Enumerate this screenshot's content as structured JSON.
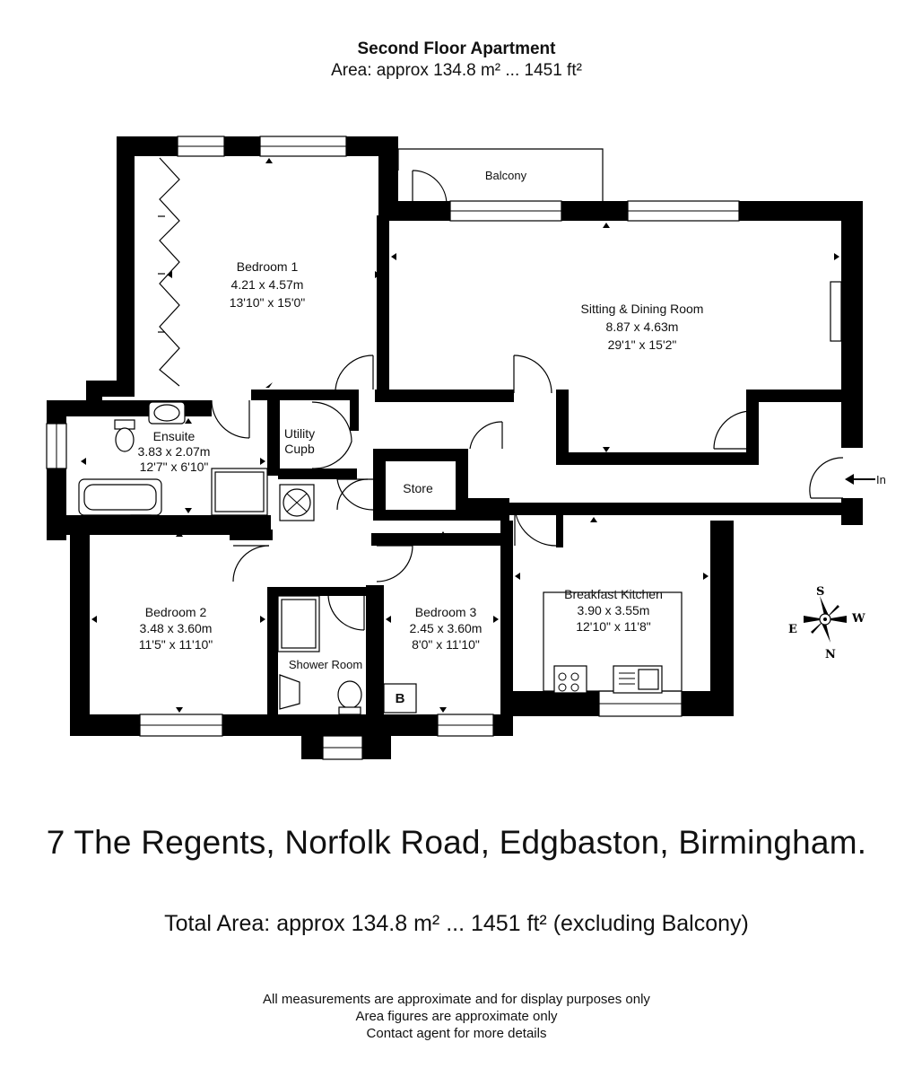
{
  "header": {
    "title": "Second Floor Apartment",
    "area": "Area: approx 134.8 m² ... 1451 ft²"
  },
  "rooms": {
    "bedroom1": {
      "name": "Bedroom 1",
      "metric": "4.21 x 4.57m",
      "imperial": "13'10\" x 15'0\""
    },
    "sitting": {
      "name": "Sitting & Dining Room",
      "metric": "8.87 x 4.63m",
      "imperial": "29'1\" x 15'2\""
    },
    "ensuite": {
      "name": "Ensuite",
      "metric": "3.83 x 2.07m",
      "imperial": "12'7\" x 6'10\""
    },
    "utility": {
      "line1": "Utility",
      "line2": "Cupb"
    },
    "store": {
      "name": "Store"
    },
    "bedroom2": {
      "name": "Bedroom 2",
      "metric": "3.48 x 3.60m",
      "imperial": "11'5\" x 11'10\""
    },
    "bedroom3": {
      "name": "Bedroom 3",
      "metric": "2.45 x 3.60m",
      "imperial": "8'0\" x 11'10\""
    },
    "kitchen": {
      "name": "Breakfast Kitchen",
      "metric": "3.90 x 3.55m",
      "imperial": "12'10\" x 11'8\""
    },
    "shower": {
      "name": "Shower Room"
    },
    "balcony": {
      "name": "Balcony"
    },
    "boiler": {
      "label": "B"
    }
  },
  "entrance": {
    "label": "In"
  },
  "compass": {
    "s": "S",
    "w": "W",
    "e": "E",
    "n": "N"
  },
  "footer": {
    "address": "7 The Regents, Norfolk Road, Edgbaston, Birmingham.",
    "total_area": "Total Area: approx 134.8 m² ... 1451 ft² (excluding Balcony)",
    "disclaimer": [
      "All measurements are approximate and for display purposes only",
      "Area figures are approximate only",
      "Contact agent for more details"
    ]
  }
}
